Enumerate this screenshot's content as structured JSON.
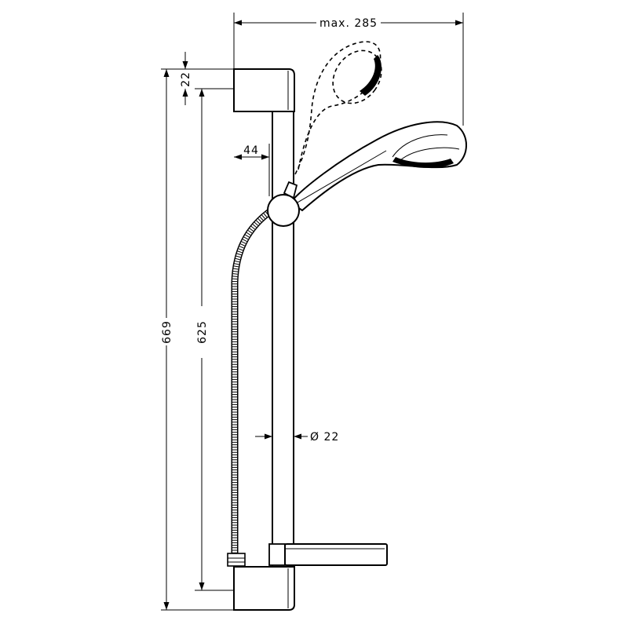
{
  "diagram": {
    "dimensions": {
      "max_reach": "max. 285",
      "top_bracket": "22",
      "bar_offset": "44",
      "total_height": "669",
      "center_distance": "625",
      "bar_diameter": "Ø 22"
    },
    "colors": {
      "line": "#000000",
      "background": "#ffffff"
    }
  }
}
